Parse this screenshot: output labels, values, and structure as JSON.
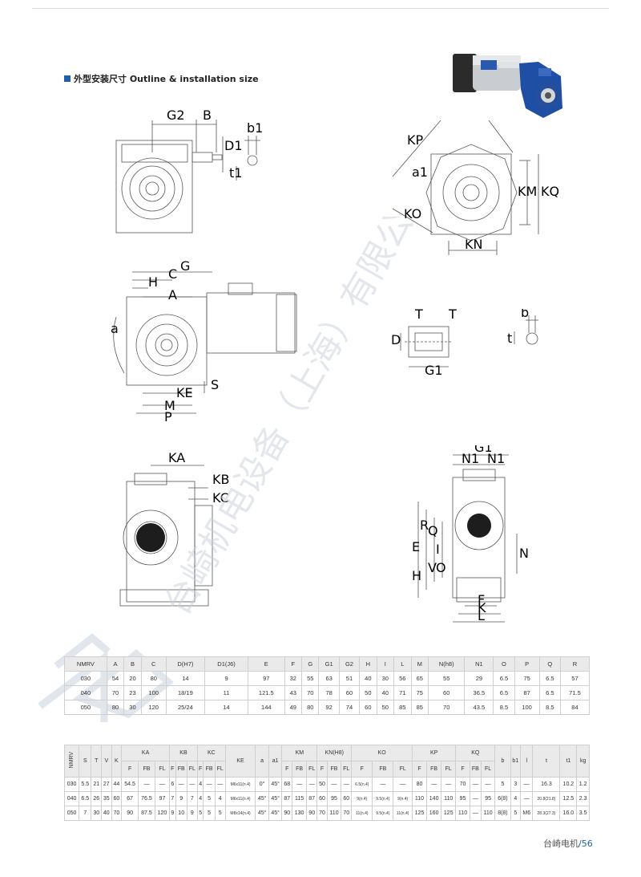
{
  "header": {
    "title": "外型安装尺寸 Outline & installation size"
  },
  "drawings": {
    "front_labels": [
      "G2",
      "B",
      "D1",
      "b1",
      "t1"
    ],
    "side_labels": [
      "KP",
      "a1",
      "KO",
      "KM",
      "KQ",
      "KN"
    ],
    "motor_labels": [
      "G",
      "C",
      "H",
      "A",
      "a",
      "KE",
      "S",
      "M",
      "P"
    ],
    "shaft_labels": [
      "T",
      "T",
      "D",
      "G1"
    ],
    "key_labels": [
      "b",
      "t"
    ],
    "flange_labels": [
      "KA",
      "KB",
      "KC"
    ],
    "base_labels": [
      "G1",
      "N1",
      "N1",
      "R",
      "E",
      "Q",
      "I",
      "N",
      "H",
      "V",
      "O",
      "F",
      "K",
      "L"
    ]
  },
  "watermark": {
    "text": "台崎机电设备（上海）有限公司"
  },
  "table1": {
    "headers": [
      "NMRV",
      "A",
      "B",
      "C",
      "D(H7)",
      "D1(J6)",
      "E",
      "F",
      "G",
      "G1",
      "G2",
      "H",
      "I",
      "L",
      "M",
      "N(h8)",
      "N1",
      "O",
      "P",
      "Q",
      "R"
    ],
    "rows": [
      [
        "030",
        "54",
        "20",
        "80",
        "14",
        "9",
        "97",
        "32",
        "55",
        "63",
        "51",
        "40",
        "30",
        "56",
        "65",
        "55",
        "29",
        "6.5",
        "75",
        "6.5",
        "57"
      ],
      [
        "040",
        "70",
        "23",
        "100",
        "18/19",
        "11",
        "121.5",
        "43",
        "70",
        "78",
        "60",
        "50",
        "40",
        "71",
        "75",
        "60",
        "36.5",
        "6.5",
        "87",
        "6.5",
        "71.5"
      ],
      [
        "050",
        "80",
        "30",
        "120",
        "25/24",
        "14",
        "144",
        "49",
        "80",
        "92",
        "74",
        "60",
        "50",
        "85",
        "85",
        "70",
        "43.5",
        "8.5",
        "100",
        "8.5",
        "84"
      ]
    ]
  },
  "table2": {
    "col_nmrv": "NMRV",
    "singles_left": [
      "S",
      "T",
      "V",
      "K"
    ],
    "groups": [
      "KA",
      "KB",
      "KC"
    ],
    "ke": "KE",
    "a": "a",
    "a1": "a1",
    "groups2": [
      "KM",
      "KN(H8)",
      "KO",
      "KP",
      "KQ"
    ],
    "singles_right": [
      "b",
      "b1",
      "l",
      "t",
      "t1",
      "kg"
    ],
    "sub": [
      "F",
      "FB",
      "FL"
    ],
    "rows": [
      [
        "030",
        "5.5",
        "21",
        "27",
        "44",
        "54.5",
        "—",
        "—",
        "6",
        "—",
        "—",
        "4",
        "—",
        "—",
        "M6x11(n.4)",
        "0°",
        "45°",
        "68",
        "—",
        "—",
        "50",
        "—",
        "—",
        "6.5(n.4)",
        "—",
        "—",
        "80",
        "—",
        "—",
        "70",
        "—",
        "—",
        "5",
        "3",
        "—",
        "16.3",
        "10.2",
        "1.2"
      ],
      [
        "040",
        "6.5",
        "26",
        "35",
        "60",
        "67",
        "76.5",
        "97",
        "7",
        "9",
        "7",
        "4",
        "5",
        "4",
        "M6x11(n.4)",
        "45°",
        "45°",
        "87",
        "115",
        "87",
        "60",
        "95",
        "60",
        "9(n.4)",
        "9.5(n.4)",
        "9(n.4)",
        "110",
        "140",
        "110",
        "95",
        "—",
        "95",
        "6(8)",
        "4",
        "—",
        "20.8(21.8)",
        "12.5",
        "2.3"
      ],
      [
        "050",
        "7",
        "30",
        "40",
        "70",
        "90",
        "87.5",
        "120",
        "9",
        "10",
        "9",
        "5",
        "5",
        "5",
        "M8x14(n.4)",
        "45°",
        "45°",
        "90",
        "130",
        "90",
        "70",
        "110",
        "70",
        "11(n.4)",
        "9.5(n.4)",
        "11(n.4)",
        "125",
        "160",
        "125",
        "110",
        "—",
        "110",
        "8(8)",
        "5",
        "M6",
        "28.3(27.3)",
        "16.0",
        "3.5"
      ]
    ]
  },
  "footer": {
    "brand": "台崎电机",
    "sep": "/",
    "page": "56"
  }
}
